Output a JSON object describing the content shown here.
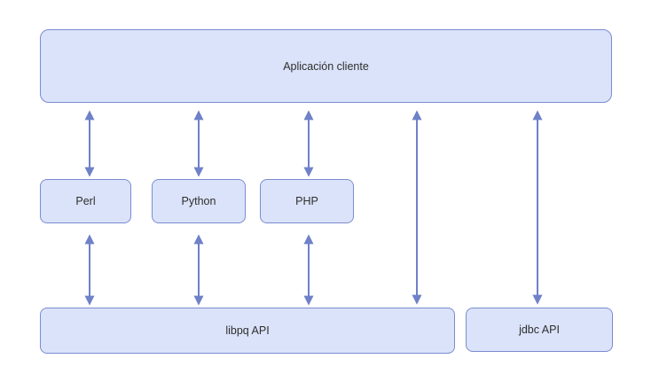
{
  "diagram": {
    "nodes": {
      "client": {
        "label": "Aplicación cliente"
      },
      "perl": {
        "label": "Perl"
      },
      "python": {
        "label": "Python"
      },
      "php": {
        "label": "PHP"
      },
      "libpq": {
        "label": "libpq API"
      },
      "jdbc": {
        "label": "jdbc API"
      }
    },
    "connections": [
      {
        "from": "Aplicación cliente",
        "to": "Perl",
        "bidirectional": true
      },
      {
        "from": "Aplicación cliente",
        "to": "Python",
        "bidirectional": true
      },
      {
        "from": "Aplicación cliente",
        "to": "PHP",
        "bidirectional": true
      },
      {
        "from": "Aplicación cliente",
        "to": "libpq API",
        "bidirectional": true
      },
      {
        "from": "Aplicación cliente",
        "to": "jdbc API",
        "bidirectional": true
      },
      {
        "from": "Perl",
        "to": "libpq API",
        "bidirectional": true
      },
      {
        "from": "Python",
        "to": "libpq API",
        "bidirectional": true
      },
      {
        "from": "PHP",
        "to": "libpq API",
        "bidirectional": true
      }
    ],
    "colors": {
      "node_fill": "#dbe3fa",
      "node_border": "#7b8bd0",
      "arrow": "#6f81c8",
      "text": "#2e2e2e",
      "background": "#ffffff"
    }
  }
}
